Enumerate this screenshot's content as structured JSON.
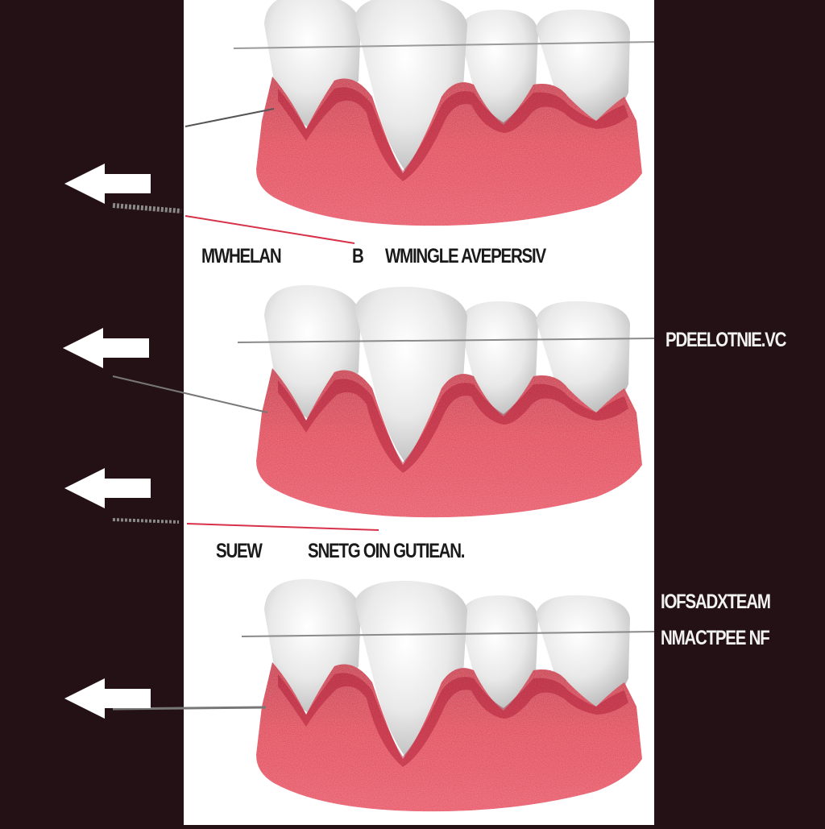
{
  "colors": {
    "background_dark": "#241116",
    "panel_white": "#ffffff",
    "gum_red": "#e0344f",
    "gum_dark": "#b81d3a",
    "tooth_white": "#ececec",
    "leader_red": "#d8324a"
  },
  "icons": [
    "left-arrow-icon"
  ],
  "labels": {
    "row1_left": "MWHELAN",
    "row1_mid": "B",
    "row1_right": "WMINGLE AVEPERSIV",
    "row2_side": "PDEELOTNIE.VC",
    "row3_left": "SUEW",
    "row3_right": "SNETG OIN GUTIEAN.",
    "row4_side_line1": "IOFSADXTEAM",
    "row4_side_line2": "NMACTPEE NF"
  }
}
